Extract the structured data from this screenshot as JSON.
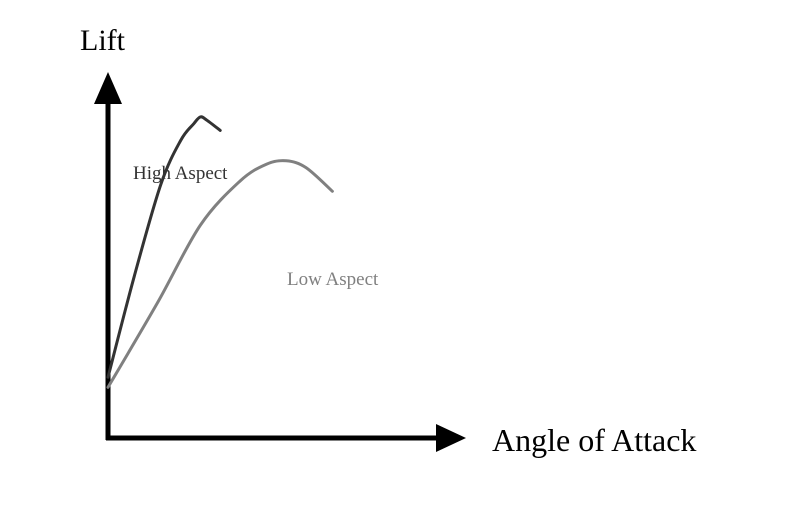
{
  "chart_data": {
    "type": "line",
    "title": "",
    "xlabel": "Angle of Attack",
    "ylabel": "Lift",
    "grid": false,
    "legend": "inline labels next to each curve",
    "xlim": [
      0,
      100
    ],
    "ylim": [
      0,
      100
    ],
    "series": [
      {
        "name": "High Aspect",
        "color": "#333333",
        "x": [
          0,
          8,
          16,
          22,
          26,
          28,
          30,
          34
        ],
        "y": [
          18,
          48,
          75,
          88,
          93,
          95,
          94,
          91
        ]
      },
      {
        "name": "Low Aspect",
        "color": "#808080",
        "x": [
          0,
          15,
          28,
          40,
          48,
          54,
          60,
          68
        ],
        "y": [
          15,
          40,
          63,
          76,
          81,
          82,
          80,
          73
        ]
      }
    ]
  }
}
